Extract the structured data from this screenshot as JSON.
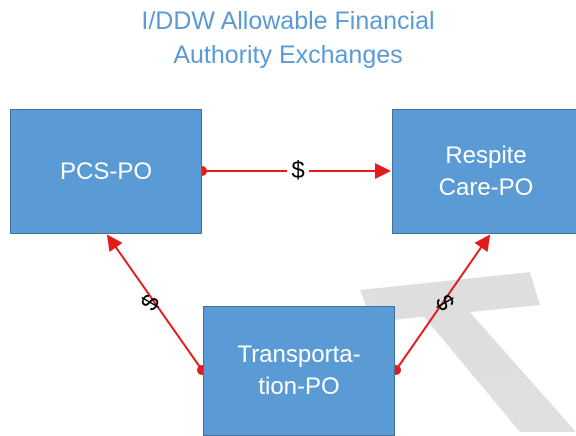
{
  "title": {
    "line1": "I/DDW Allowable Financial",
    "line2": "Authority Exchanges"
  },
  "nodes": {
    "pcs": "PCS-PO",
    "respite_line1": "Respite",
    "respite_line2": "Care-PO",
    "transport_line1": "Transporta-",
    "transport_line2": "tion-PO"
  },
  "edges": {
    "pcs_to_respite": "$",
    "transport_to_pcs": "$",
    "transport_to_respite": "$"
  },
  "colors": {
    "title": "#5b9bd5",
    "box_fill": "#5b9bd5",
    "arrow": "#e31b1b",
    "watermark": "#d9d9d9"
  }
}
